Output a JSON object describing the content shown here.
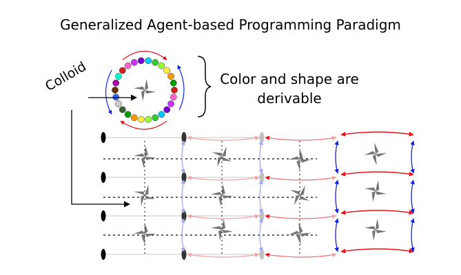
{
  "title": "Generalized Agent-based Programming Paradigm",
  "colloid_label": "Colloid",
  "note": {
    "line1": "Color and shape are",
    "line2": "derivable"
  },
  "colors": {
    "red_arrow": "#e8101a",
    "blue_arrow": "#1020e0",
    "light_red_arrow": "#f07070",
    "light_blue_arrow": "#8080f0",
    "agent_fill": "#777777",
    "agent_dark": "#222222",
    "grid_line": "#d9d9d9"
  },
  "bead_colors": [
    "#cc2222",
    "#ff66cc",
    "#cc33ff",
    "#7700cc",
    "#00ccff",
    "#33cc33",
    "#99ff33",
    "#ffee44",
    "#ff9900",
    "#009900",
    "#336633",
    "#cccccc",
    "#3366ff",
    "#663300",
    "#aa00aa",
    "#00ffcc"
  ],
  "icons": {
    "agent": "pinwheel-agent-icon",
    "brace": "curly-brace-icon",
    "pointer": "pointer-arrow-icon"
  }
}
